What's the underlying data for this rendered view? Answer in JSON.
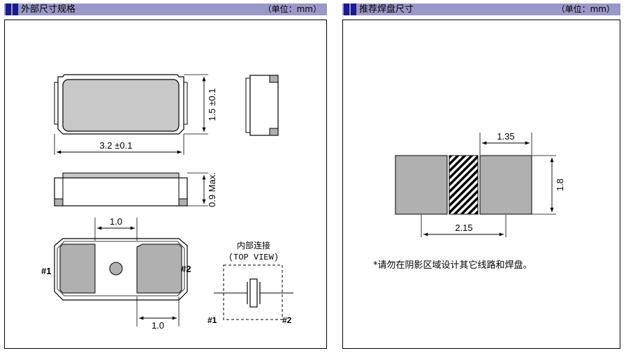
{
  "left_panel": {
    "title": "外部尺寸规格",
    "unit": "（单位：mm）",
    "dim_length": "3.2 ±0.1",
    "dim_width": "1.5 ±0.1",
    "dim_height": "0.9 Max.",
    "dim_pad_top": "1.0",
    "dim_pad_bottom": "1.0",
    "pin1": "#1",
    "pin2": "#2",
    "internal_title": "内部连接",
    "internal_subtitle": "(TOP VIEW)",
    "schematic_pin1": "#1",
    "schematic_pin2": "#2"
  },
  "right_panel": {
    "title": "推荐焊盘尺寸",
    "unit": "（单位：mm）",
    "dim_pad_width": "1.35",
    "dim_pad_height": "1.8",
    "dim_span": "2.15",
    "note": "*请勿在阴影区域设计其它线路和焊盘。"
  },
  "colors": {
    "header_bg": "#9a98c8",
    "header_mark": "#1c1a8e",
    "body_gray": "#c8c8c8",
    "pad_gray": "#b0b0b0"
  }
}
